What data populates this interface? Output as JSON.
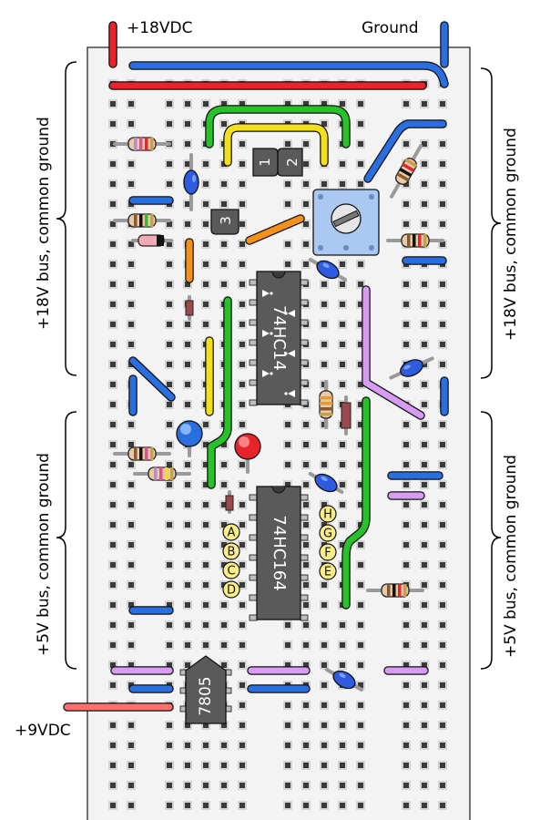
{
  "power": {
    "v18_label": "+18VDC",
    "ground_label": "Ground",
    "v9_label": "+9VDC"
  },
  "bus_labels": {
    "left_top": "+18V bus, common ground",
    "left_bottom": "+5V bus, common ground",
    "right_top": "+18V bus, common ground",
    "right_bottom": "+5V bus, common ground"
  },
  "chips": {
    "ic1": "74HC14",
    "ic2": "74HC164",
    "regulator": "7805"
  },
  "transistors": [
    "1",
    "2",
    "3"
  ],
  "pin_markers_left": [
    "A",
    "B",
    "C",
    "D"
  ],
  "pin_markers_right": [
    "H",
    "G",
    "F",
    "E"
  ],
  "colors": {
    "board": "#f2f2f2",
    "hole_outer": "#d4d4d4",
    "hole_inner": "#3a3a3a",
    "red_wire": "#e8242a",
    "blue_wire": "#2a6fe0",
    "green_wire": "#27c12a",
    "yellow_wire": "#f3df1c",
    "orange_wire": "#f5901a",
    "purple_wire": "#d79cf2",
    "chip": "#5a5a5a",
    "marker": "#fbee8a"
  }
}
